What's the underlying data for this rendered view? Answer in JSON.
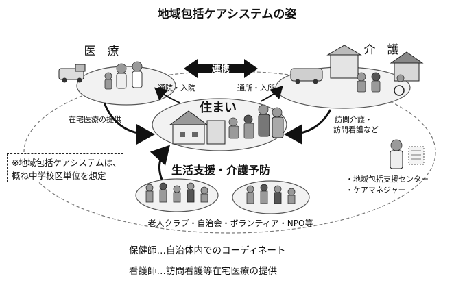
{
  "title": "地域包括ケアシステムの姿",
  "nodes": {
    "iryo": "医　療",
    "kaigo": "介　護",
    "sumai": "住まい",
    "seikatsu": "生活支援・介護予防"
  },
  "link_label": "連携",
  "edges": {
    "tsuin_nyuin": "通院・入院",
    "tsusho_nyusho": "通所・入所",
    "zaitaku_iryo": "在宅医療の提供",
    "homon_kaigo_1": "訪問介護・",
    "homon_kaigo_2": "訪問看護など"
  },
  "support": {
    "line1": "・地域包括支援センター",
    "line2": "・ケアマネジャー"
  },
  "note": {
    "line1": "※地域包括ケアシステムは、",
    "line2": "概ね中学校区単位を想定"
  },
  "community": "老人クラブ・自治会・ボランティア・NPO等",
  "footer": {
    "line1": "保健師…自治体内でのコーディネート",
    "line2": "看護師…訪問看護等在宅医療の提供"
  }
}
